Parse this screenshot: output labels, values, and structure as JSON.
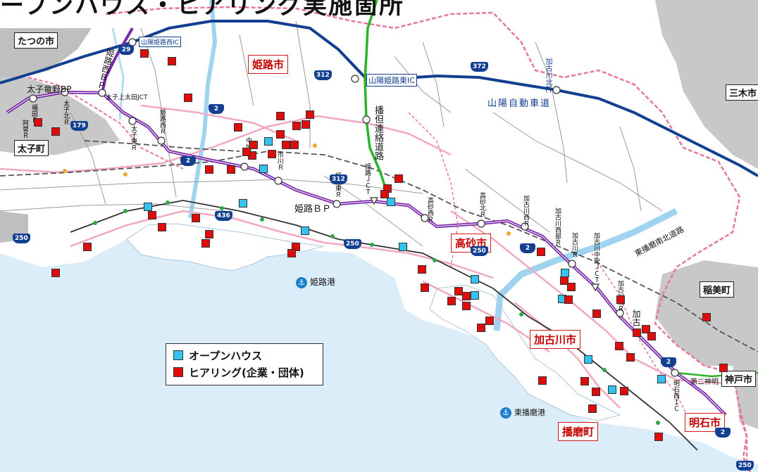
{
  "title": "ープンハウス・ヒアリング実施箇所",
  "cities": [
    {
      "name": "姫路市",
      "style": "red"
    },
    {
      "name": "高砂市",
      "style": "red"
    },
    {
      "name": "加古川市",
      "style": "red"
    },
    {
      "name": "播磨町",
      "style": "red"
    },
    {
      "name": "明石市",
      "style": "red"
    },
    {
      "name": "たつの市",
      "style": "black"
    },
    {
      "name": "太子町",
      "style": "black"
    },
    {
      "name": "三木市",
      "style": "black"
    },
    {
      "name": "稲美町",
      "style": "black"
    },
    {
      "name": "神戸市",
      "style": "black"
    }
  ],
  "roads": {
    "sanyo_himeji_nishi_ic": "山陽姫路西IC",
    "sanyo_himeji_higashi_ic": "山陽姫路東IC",
    "sanyo_expressway": "山陽自動車道",
    "bantan_road": "播但連絡道路",
    "himeji_bp": "姫路ＢＰ",
    "taishi_tatsuno_bp": "太子竜野BP",
    "taishi_kamiota_jct": "太子上太田JCT",
    "himeji_nishi_bp": "姫路西ＢＰ",
    "dai2_shinmei": "第二神明",
    "higashi_harima_nanboku": "東播磨南北道路",
    "kakogawa_kita_ic": "加古川北IC",
    "kakogawa_label": "加古",
    "small_labels": [
      "中地Ｒ",
      "市川Ｒ",
      "姫路東Ｒ",
      "姫路ＪＣＴ",
      "姫路西Ｒ",
      "太子北Ｒ",
      "太子東Ｒ",
      "福田Ｒ",
      "阿曽Ｒ",
      "高砂西Ｒ",
      "高砂北Ｒ",
      "加古川西Ｒ",
      "加古川西部Ｒ",
      "加古川Ｒ",
      "加古川中央ＪＣＴ",
      "加古川東Ｒ",
      "明石西ＩＣ"
    ]
  },
  "route_shields": [
    "29",
    "312",
    "372",
    "2",
    "179",
    "312",
    "2",
    "436",
    "250",
    "250",
    "250",
    "2",
    "250",
    "2",
    "250",
    "2"
  ],
  "ports": [
    {
      "name": "姫路港"
    },
    {
      "name": "東播磨港"
    }
  ],
  "legend": {
    "items": [
      {
        "label": "オープンハウス",
        "color": "#34c3ef"
      },
      {
        "label": "ヒアリング(企業・団体)",
        "color": "#e00b0b"
      }
    ]
  },
  "markers": {
    "open_house_count": 13,
    "hearing_count": 60
  }
}
